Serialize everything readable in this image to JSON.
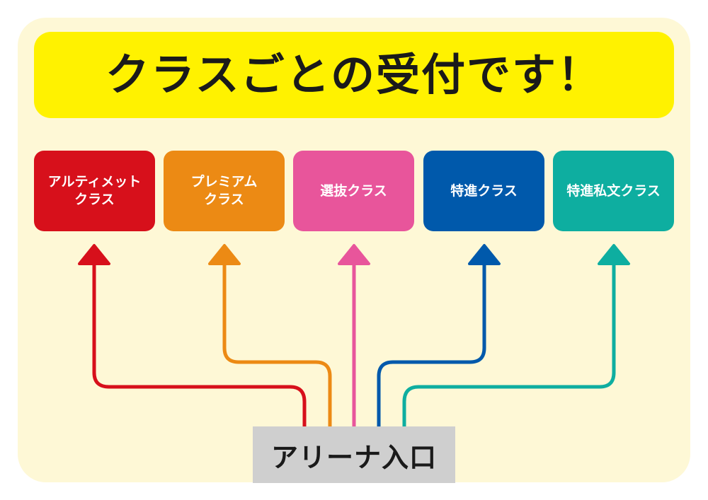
{
  "banner": {
    "title": "クラスごとの受付です！"
  },
  "classes": [
    {
      "label": "アルティメット\nクラス",
      "color": "#d7101b"
    },
    {
      "label": "プレミアム\nクラス",
      "color": "#ec8a14"
    },
    {
      "label": "選抜クラス",
      "color": "#e8559b"
    },
    {
      "label": "特進クラス",
      "color": "#0059ab"
    },
    {
      "label": "特進私文クラス",
      "color": "#0eaea0"
    }
  ],
  "entrance": {
    "label": "アリーナ入口"
  },
  "colors": {
    "panel_background": "#fef8d6",
    "banner_background": "#fff200",
    "entrance_background": "#cfcfcf"
  }
}
